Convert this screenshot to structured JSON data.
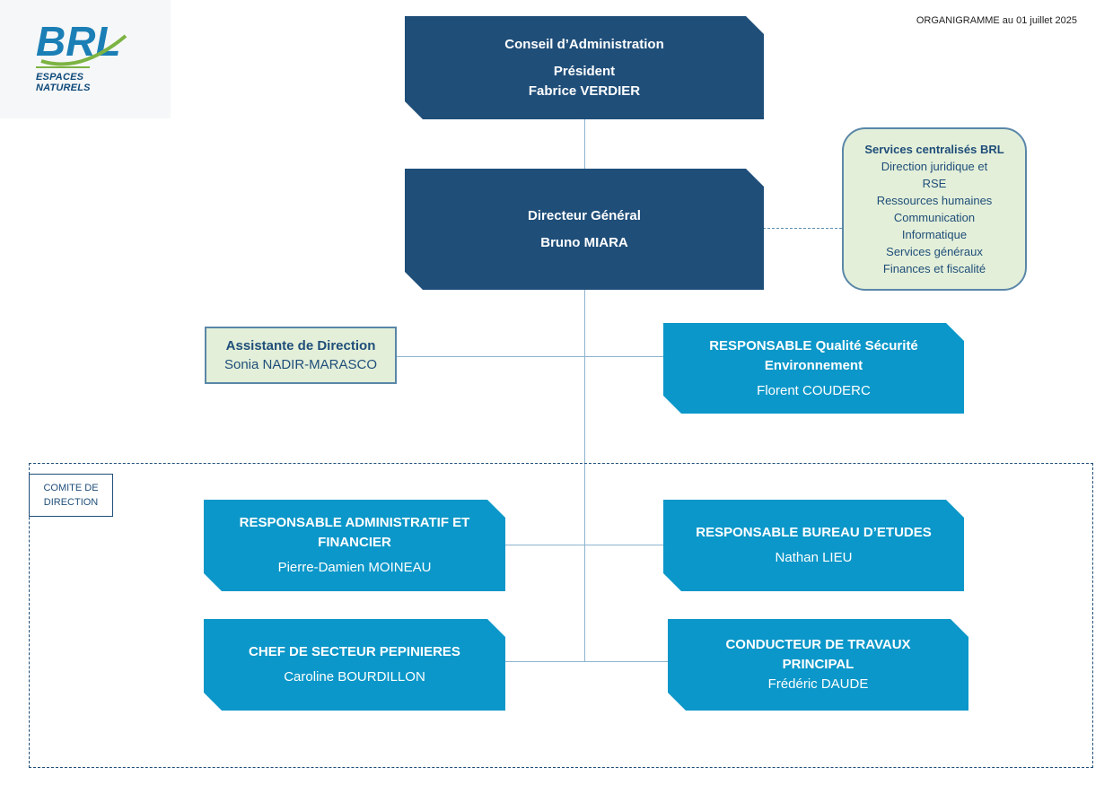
{
  "logo": {
    "brand": "BRL",
    "line1": "ESPACES",
    "line2": "NATURELS"
  },
  "header": {
    "date_label": "ORGANIGRAMME au 01 juillet 2025"
  },
  "board": {
    "title": "Conseil d’Administration",
    "role": "Président",
    "name": "Fabrice VERDIER"
  },
  "director": {
    "title": "Directeur Général",
    "name": "Bruno MIARA"
  },
  "services": {
    "title": "Services centralisés BRL",
    "items": [
      "Direction juridique et",
      "RSE",
      "Ressources humaines",
      "Communication",
      "Informatique",
      "Services généraux",
      "Finances et fiscalité"
    ]
  },
  "assistant": {
    "title": "Assistante de Direction",
    "name": "Sonia NADIR-MARASCO"
  },
  "quality": {
    "title_line1": "RESPONSABLE Qualité Sécurité",
    "title_line2": "Environnement",
    "name": "Florent COUDERC"
  },
  "comite": {
    "label_line1": "COMITE DE",
    "label_line2": "DIRECTION"
  },
  "admin_finance": {
    "title_line1": "RESPONSABLE ADMINISTRATIF ET",
    "title_line2": "FINANCIER",
    "name": "Pierre-Damien MOINEAU"
  },
  "studies": {
    "title": "RESPONSABLE BUREAU D’ETUDES",
    "name": "Nathan LIEU"
  },
  "nursery": {
    "title": "CHEF DE SECTEUR PEPINIERES",
    "name": "Caroline BOURDILLON"
  },
  "works": {
    "title_line1": "CONDUCTEUR DE TRAVAUX",
    "title_line2": "PRINCIPAL",
    "name": "Frédéric DAUDE"
  },
  "colors": {
    "dark_box": "#1f4e79",
    "blue_box": "#0b97c9",
    "light_box": "#e3efd9",
    "line": "#8db4cf"
  }
}
